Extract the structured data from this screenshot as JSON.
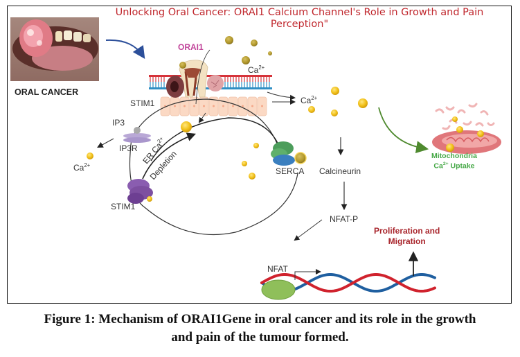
{
  "figure": {
    "title_line1": "Unlocking Oral Cancer: ORAI1 Calcium Channel's Role in Growth and Pain",
    "title_line2": "Perception\"",
    "caption_line1": "Figure 1: Mechanism of ORAI1Gene in oral cancer and its role in the growth",
    "caption_line2": "and pain of the tumour formed.",
    "caption_prefix": "Figure 1",
    "caption_body_line1": ": Mechanism of ORAI1Gene in oral cancer and its role in the growth"
  },
  "photo": {
    "label": "ORAL CANCER"
  },
  "labels": {
    "orai1": "ORAI1",
    "ca_top": "Ca",
    "ca_right": "Ca",
    "ca_left": "Ca",
    "ca_charge": "2+",
    "stim1_top": "STIM1",
    "stim1_bottom": "STIM1",
    "ip3": "IP3",
    "ip3r": "IP3R",
    "er_ca": "ER Ca",
    "depletion": "Depletion",
    "serca": "SERCA",
    "calcineurin": "Calcineurin",
    "nfat_p": "NFAT-P",
    "nfat": "NFAT",
    "mito_line1": "Mitochondria",
    "mito_line2_prefix": "Ca",
    "mito_line2_suffix": " Uptake",
    "prolif_line1": "Proliferation and",
    "prolif_line2": "Migration"
  },
  "colors": {
    "title": "#c0272d",
    "orai1": "#c1459a",
    "mitochondria_label": "#45a846",
    "proliferation_label": "#a8242b",
    "calcium_ion": "#f2c21b",
    "membrane_red": "#d6333a",
    "membrane_blue": "#2f8fc4",
    "cell_layer": "#fbd9c4",
    "stim1_protein": "#7d4fa0",
    "serca_green": "#4c9d5b",
    "serca_blue": "#3a7fbf",
    "nfat_protein": "#8fbf5a",
    "dna_red": "#d0222d",
    "dna_blue": "#1f5fa0",
    "arrow_blue": "#2c4f9a",
    "arrow_green": "#4f8a2f"
  },
  "icons": {
    "tumor_photo": "oral-tumor-photo",
    "tooth": "tooth-icon",
    "ion": "calcium-ion-icon",
    "mitochondria": "mitochondria-icon",
    "dna": "dna-helix-icon"
  }
}
